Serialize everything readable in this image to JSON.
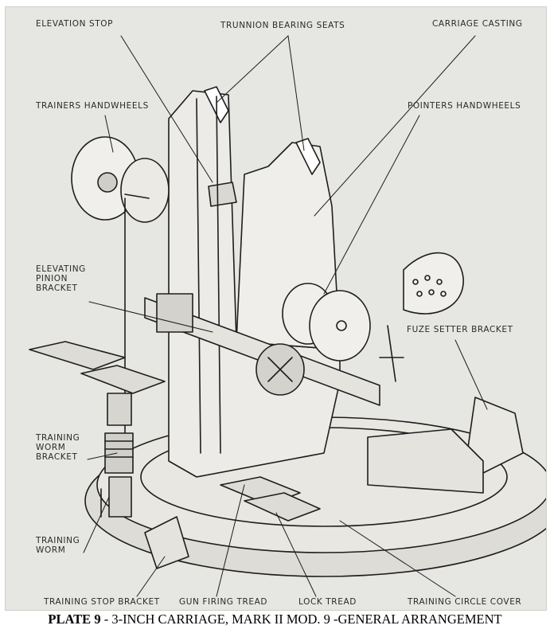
{
  "labels": {
    "elevation_stop": "ELEVATION STOP",
    "trunnion_bearing_seats": "TRUNNION BEARING SEATS",
    "carriage_casting": "CARRIAGE CASTING",
    "trainers_handwheels": "TRAINERS HANDWHEELS",
    "pointers_handwheels": "POINTERS HANDWHEELS",
    "elevating_pinion_bracket": [
      "ELEVATING",
      "PINION",
      "BRACKET"
    ],
    "fuze_setter_bracket": "FUZE SETTER BRACKET",
    "training_worm_bracket": [
      "TRAINING",
      "WORM",
      "BRACKET"
    ],
    "training_worm": [
      "TRAINING",
      "WORM"
    ],
    "training_stop_bracket": "TRAINING STOP BRACKET",
    "gun_firing_tread": "GUN FIRING TREAD",
    "lock_tread": "LOCK TREAD",
    "training_circle_cover": "TRAINING CIRCLE COVER"
  },
  "caption": {
    "plate": "PLATE 9",
    "text": " - 3-INCH CARRIAGE, MARK II MOD. 9 -GENERAL ARRANGEMENT"
  }
}
